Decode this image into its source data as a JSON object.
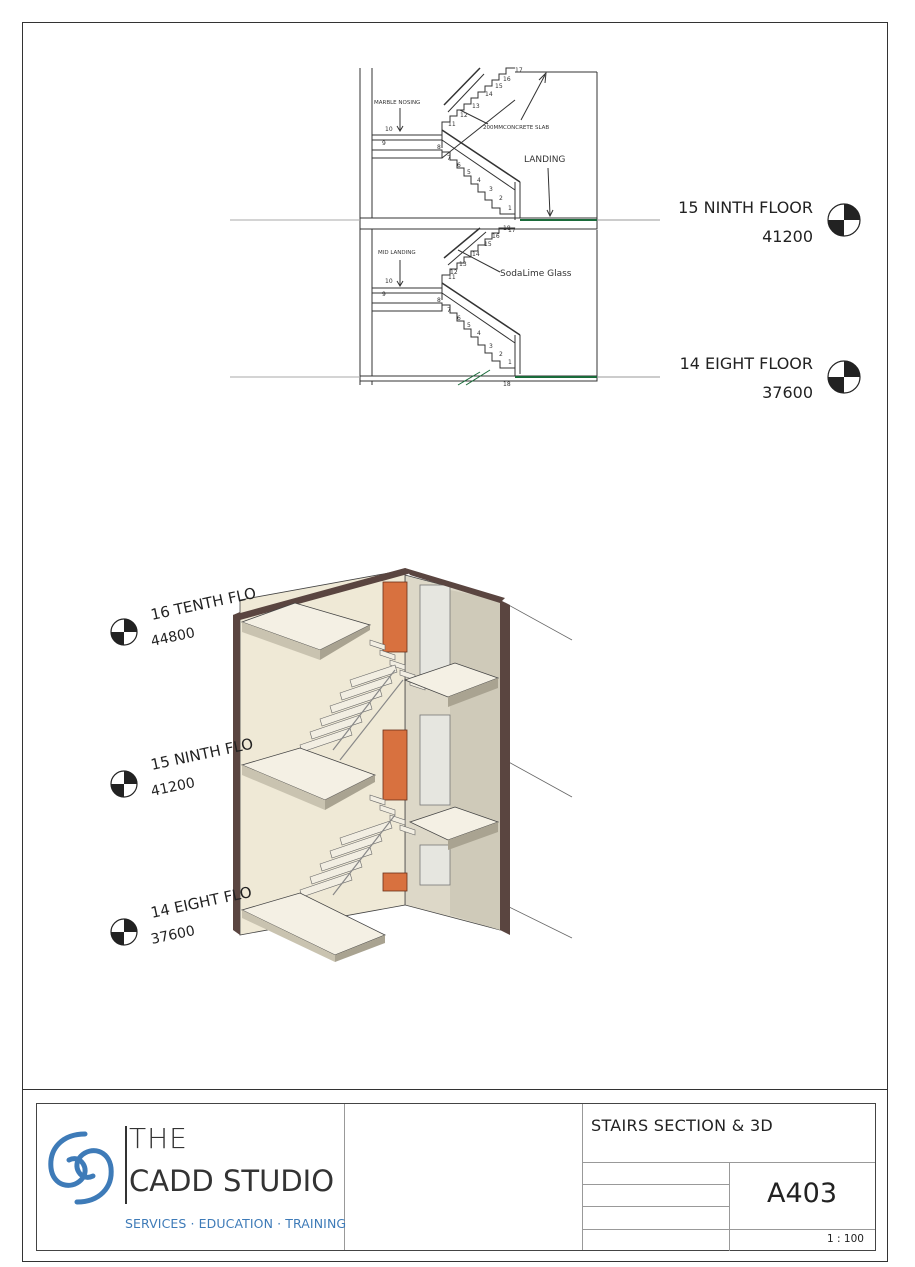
{
  "section": {
    "labels": {
      "marble_nosing": "MARBLE NOSING",
      "concrete_slab": "200MMCONCRETE SLAB",
      "landing": "LANDING",
      "mid_landing": "MID LANDING",
      "glass": "SodaLime Glass"
    },
    "upper_step_numbers": [
      "17",
      "16",
      "15",
      "14",
      "13",
      "12",
      "11",
      "10",
      "9",
      "8",
      "7",
      "6",
      "5",
      "4",
      "3",
      "2",
      "1",
      "18"
    ],
    "lower_step_numbers": [
      "17",
      "16",
      "15",
      "14",
      "13",
      "12",
      "11",
      "10",
      "9",
      "8",
      "7",
      "6",
      "5",
      "4",
      "3",
      "2",
      "1",
      "18"
    ],
    "levels": [
      {
        "name": "15 NINTH FLOOR",
        "elevation": "41200"
      },
      {
        "name": "14 EIGHT FLOOR",
        "elevation": "37600"
      }
    ]
  },
  "view_3d": {
    "levels": [
      {
        "name": "16 TENTH FLO",
        "elevation": "44800"
      },
      {
        "name": "15 NINTH FLO",
        "elevation": "41200"
      },
      {
        "name": "14 EIGHT FLO",
        "elevation": "37600"
      }
    ]
  },
  "title_block": {
    "brand_the": "THE",
    "brand_name": "CADD STUDIO",
    "brand_tagline": "SERVICES · EDUCATION · TRAINING",
    "sheet_title": "STAIRS SECTION & 3D",
    "sheet_number": "A403",
    "scale": "1 : 100"
  },
  "colors": {
    "brand_blue": "#3e7bb8",
    "door": "#d8713f",
    "wall": "#efe9d6",
    "wall_dark": "#5a4540"
  }
}
